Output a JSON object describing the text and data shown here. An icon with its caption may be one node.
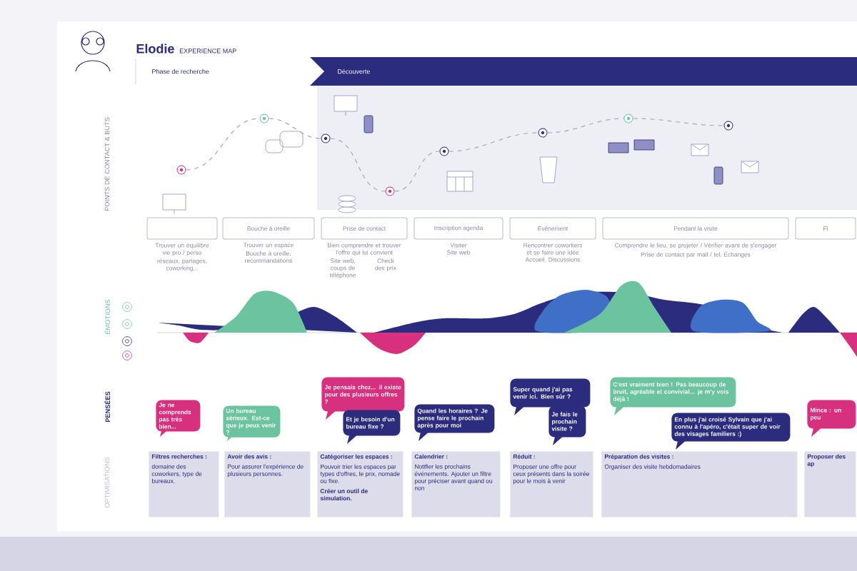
{
  "diagram": {
    "title": "Elodie",
    "nodes": [
      {
        "text": [
          "Phase de recherche"
        ]
      },
      {
        "text": [
          "Découverte"
        ]
      },
      {
        "text": [],
        "shape": "circle"
      },
      {
        "text": [],
        "shape": "circle"
      },
      {
        "text": [],
        "shape": "circle"
      },
      {
        "text": [],
        "shape": "circle"
      },
      {
        "text": [],
        "shape": "circle"
      },
      {
        "text": [],
        "shape": "circle"
      },
      {
        "text": [],
        "shape": "circle"
      },
      {
        "text": [],
        "shape": "circle"
      },
      {
        "text": [],
        "shape": "box",
        "beside": [
          "Trouver un équilibre vie pro / perso",
          "réseaux, partages, coworking..."
        ]
      },
      {
        "text": [
          "Bouche à oreille"
        ],
        "beside": [
          "Trouver un espace",
          "Bouche à oreille, recommandations"
        ]
      },
      {
        "text": [
          "Prise de contact"
        ],
        "beside": [
          "Bien comprendre et trouver l'offre qui lui convient",
          "Site web, coups de téléphone",
          "Check des prix"
        ]
      },
      {
        "text": [
          "Inscription agenda"
        ],
        "beside": [
          "Visiter",
          "Site web"
        ]
      },
      {
        "text": [
          "Evènement"
        ],
        "beside": [
          "Rencontrer coworkers et se faire une idée",
          "Accueil, Discussions"
        ]
      },
      {
        "text": [
          "Pendant la visite"
        ],
        "beside": [
          "Comprendre le lieu, se projeter / Vérifier avant de s'engager",
          "Prise de contact par mail / tel, Échanges"
        ]
      },
      {
        "text": [
          "Fi"
        ]
      },
      {
        "text": [
          "Je ne comprends pas très bien..."
        ]
      },
      {
        "text": [
          "Un bureau sérieux. Est-ce que je peux venir ?"
        ]
      },
      {
        "text": [
          "Je pensais chez... il existe pour des plusieurs offres ?"
        ]
      },
      {
        "text": [
          "Et je besoin d'un bureau fixe ?"
        ]
      },
      {
        "text": [
          "Quand les horaires ? Je pense faire le prochain après pour moi"
        ]
      },
      {
        "text": [
          "Super quand j'ai pas venir ici. Bien sûr ?"
        ]
      },
      {
        "text": [
          "Je fais le prochain visite ?"
        ]
      },
      {
        "text": [
          "C'est vraiment bien ! Pas beaucoup de bruit, agréable et convivial... je m'y vois déjà !"
        ]
      },
      {
        "text": [
          "En plus j'ai croisé Sylvain que j'ai connu à l'apéro, c'était super de voir des visages familiers :)"
        ]
      },
      {
        "text": [
          "Mince : un peu"
        ]
      },
      {
        "text": [
          "Filtres recherches :",
          "domaine des coworkers, type de bureaux."
        ]
      },
      {
        "text": [
          "Avoir des avis :",
          "Pour assurer l'expérience de plusieurs personnes."
        ]
      },
      {
        "text": [
          "Catégoriser les espaces :",
          "Pouvoir trier les espaces par types d'offres, le prix, nomade ou fixe.",
          "Créer un outil de simulation."
        ]
      },
      {
        "text": [
          "Calendrier :",
          "Notifier les prochains événements. Ajouter un filtre pour préciser avant quand ou non"
        ]
      },
      {
        "text": [
          "Réduit :",
          "Proposer une offre pour ceux présents dans la soirée pour le mois à venir"
        ]
      },
      {
        "text": [
          "Préparation des visites :",
          "Organiser des visite hebdomadaires"
        ]
      },
      {
        "text": [
          "Proposer des ap"
        ]
      }
    ],
    "edges": [
      {
        "from": 2,
        "to": 3,
        "arrow": "none",
        "style": "dashed"
      },
      {
        "from": 3,
        "to": 4,
        "arrow": "none",
        "style": "dashed"
      },
      {
        "from": 4,
        "to": 5,
        "arrow": "none",
        "style": "dashed"
      },
      {
        "from": 5,
        "to": 6,
        "arrow": "none",
        "style": "dashed"
      },
      {
        "from": 6,
        "to": 7,
        "arrow": "none",
        "style": "dashed"
      },
      {
        "from": 7,
        "to": 8,
        "arrow": "none",
        "style": "dashed"
      },
      {
        "from": 8,
        "to": 9,
        "arrow": "none",
        "style": "dashed"
      }
    ],
    "labels": [
      "EXPERIENCE MAP",
      "POINTS DE CONTACT & BUTS",
      "ÉMOTIONS",
      "PENSÉES",
      "OPTIMISATIONS"
    ]
  }
}
